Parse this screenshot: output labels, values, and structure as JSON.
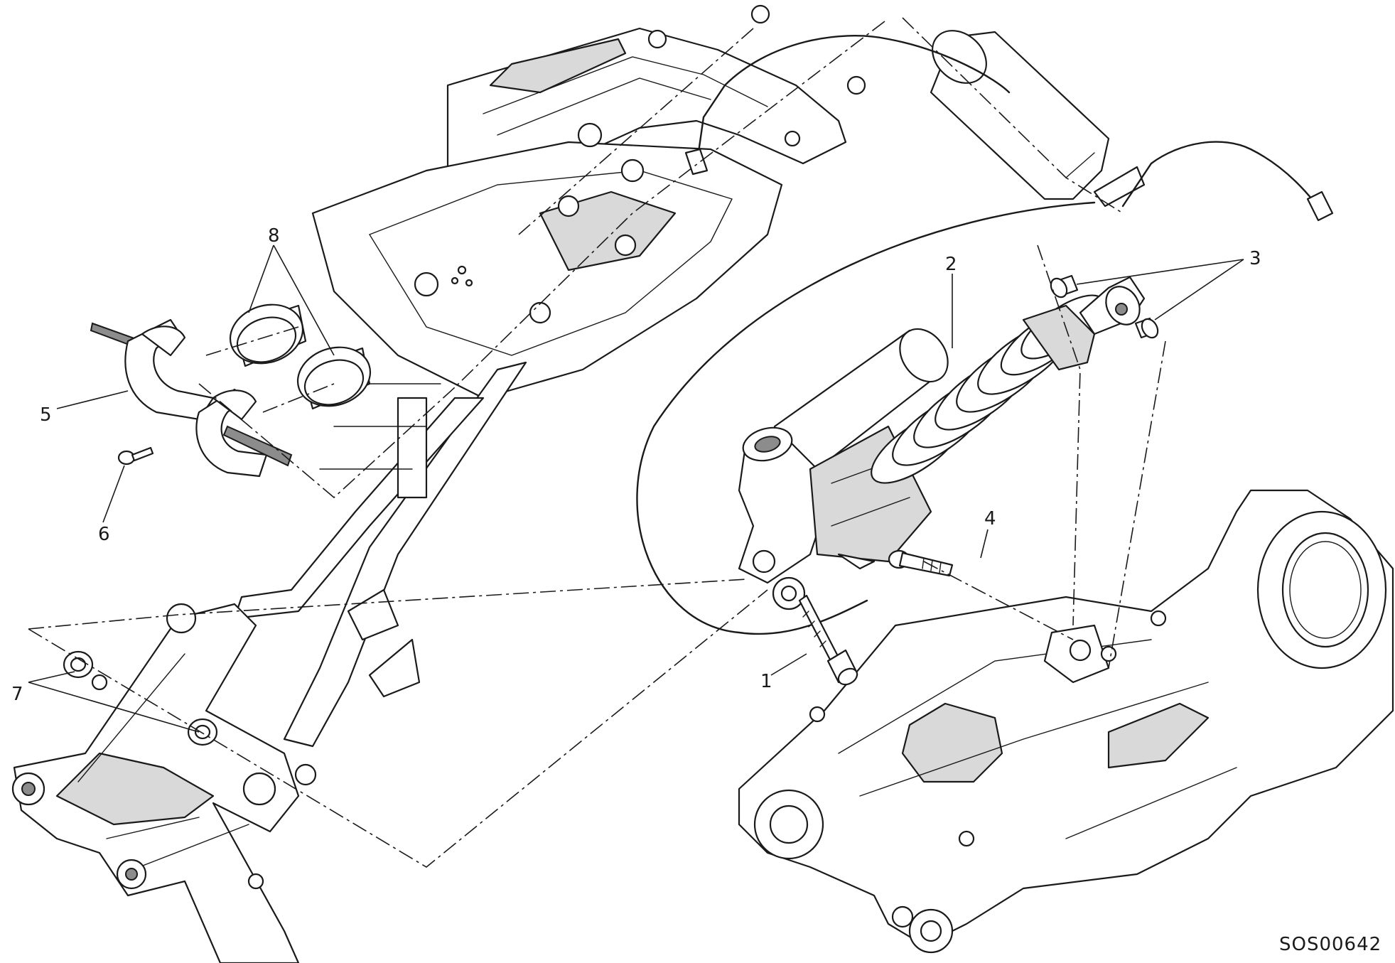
{
  "diagram": {
    "callouts": {
      "c1": "1",
      "c2": "2",
      "c3": "3",
      "c4": "4",
      "c5": "5",
      "c6": "6",
      "c7": "7",
      "c8": "8"
    },
    "drawing_code": "SOS00642"
  }
}
